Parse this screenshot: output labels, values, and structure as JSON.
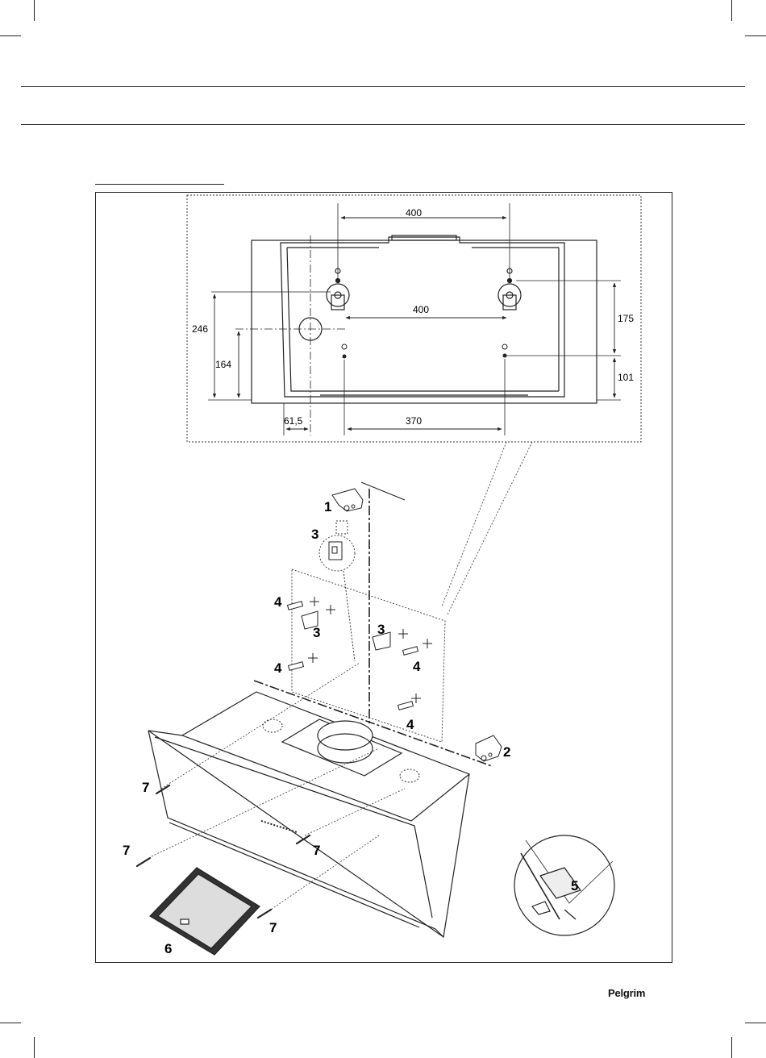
{
  "brand": "Pelgrim",
  "dimensions": {
    "top_spacing": "400",
    "mid_spacing": "400",
    "height_total": "246",
    "height_center": "164",
    "right_upper": "175",
    "right_lower": "101",
    "left_offset": "61,5",
    "bottom_spacing": "370"
  },
  "callouts": {
    "c1": "1",
    "c2": "2",
    "c3a": "3",
    "c3b": "3",
    "c3c": "3",
    "c4a": "4",
    "c4b": "4",
    "c4c": "4",
    "c4d": "4",
    "c5": "5",
    "c6": "6",
    "c7a": "7",
    "c7b": "7",
    "c7c": "7",
    "c7d": "7"
  }
}
